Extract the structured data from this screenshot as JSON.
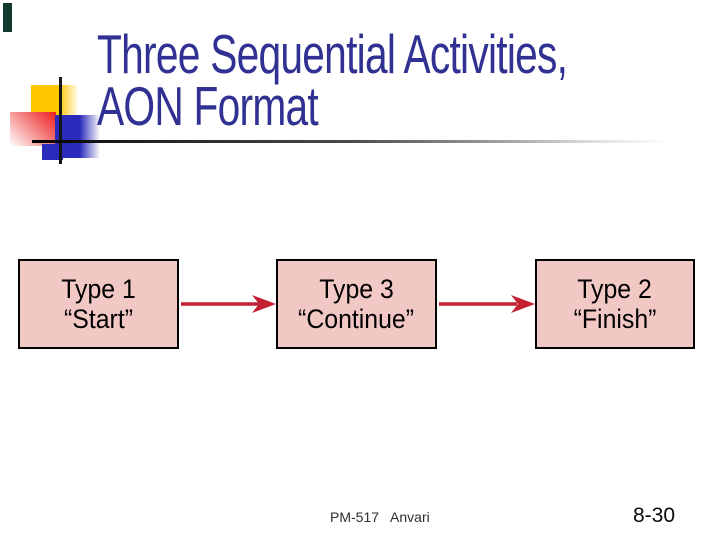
{
  "slide_title": {
    "line1": "Three Sequential Activities,",
    "line2": "AON Format"
  },
  "diagram": {
    "type": "activity-on-node flow",
    "nodes": [
      {
        "line1": "Type 1",
        "line2": "“Start”"
      },
      {
        "line1": "Type 3",
        "line2": "“Continue”"
      },
      {
        "line1": "Type 2",
        "line2": "“Finish”"
      }
    ],
    "edges": [
      {
        "from": "Type 1 “Start”",
        "to": "Type 3 “Continue”"
      },
      {
        "from": "Type 3 “Continue”",
        "to": "Type 2 “Finish”"
      }
    ]
  },
  "footer": {
    "course_code": "PM-517",
    "author": "Anvari",
    "page_number": "8-30"
  },
  "colors": {
    "title_text": "#303193",
    "node_fill": "#f2c8c4",
    "node_border": "#000000",
    "arrow": "#c32132",
    "ornament_yellow": "#ffc700",
    "ornament_red": "#ee1c1c",
    "ornament_blue": "#2b2bbb",
    "corner_mark": "#11392f",
    "rule": "#000000"
  }
}
